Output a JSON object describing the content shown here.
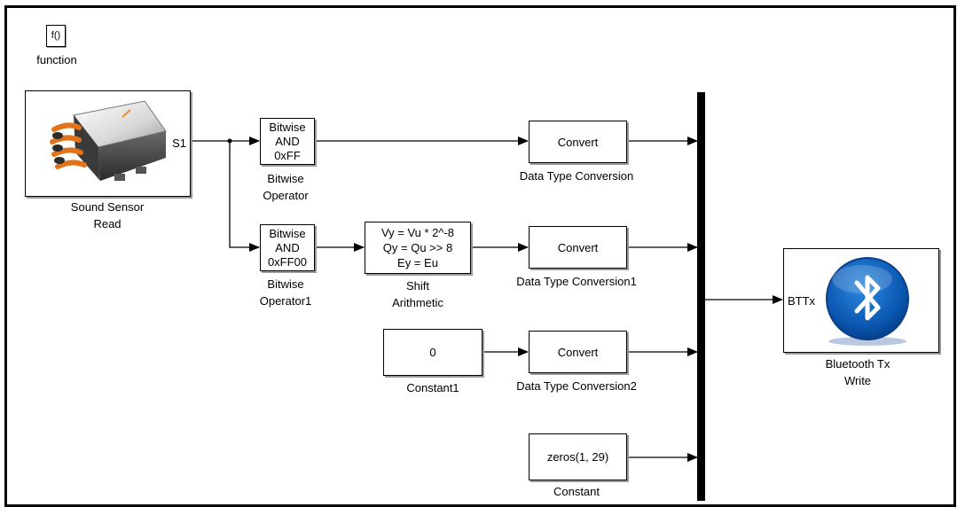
{
  "function_block": {
    "text": "f()",
    "label": "function"
  },
  "sound_sensor": {
    "port": "S1",
    "label_line1": "Sound Sensor",
    "label_line2": "Read"
  },
  "bitwise1": {
    "lines": [
      "Bitwise",
      "AND",
      "0xFF"
    ],
    "label_line1": "Bitwise",
    "label_line2": "Operator"
  },
  "bitwise2": {
    "lines": [
      "Bitwise",
      "AND",
      "0xFF00"
    ],
    "label_line1": "Bitwise",
    "label_line2": "Operator1"
  },
  "shift": {
    "lines": [
      "Vy = Vu * 2^-8",
      "Qy = Qu >> 8",
      "Ey = Eu"
    ],
    "label_line1": "Shift",
    "label_line2": "Arithmetic"
  },
  "convert1": {
    "text": "Convert",
    "label": "Data Type Conversion"
  },
  "convert2": {
    "text": "Convert",
    "label": "Data Type Conversion1"
  },
  "convert3": {
    "text": "Convert",
    "label": "Data Type Conversion2"
  },
  "constant1": {
    "text": "0",
    "label": "Constant1"
  },
  "constant": {
    "text": "zeros(1, 29)",
    "label": "Constant"
  },
  "bluetooth": {
    "port": "BTTx",
    "label_line1": "Bluetooth Tx",
    "label_line2": "Write"
  },
  "icons": {
    "sensor": "sound-sensor-icon",
    "bluetooth": "bluetooth-icon"
  }
}
